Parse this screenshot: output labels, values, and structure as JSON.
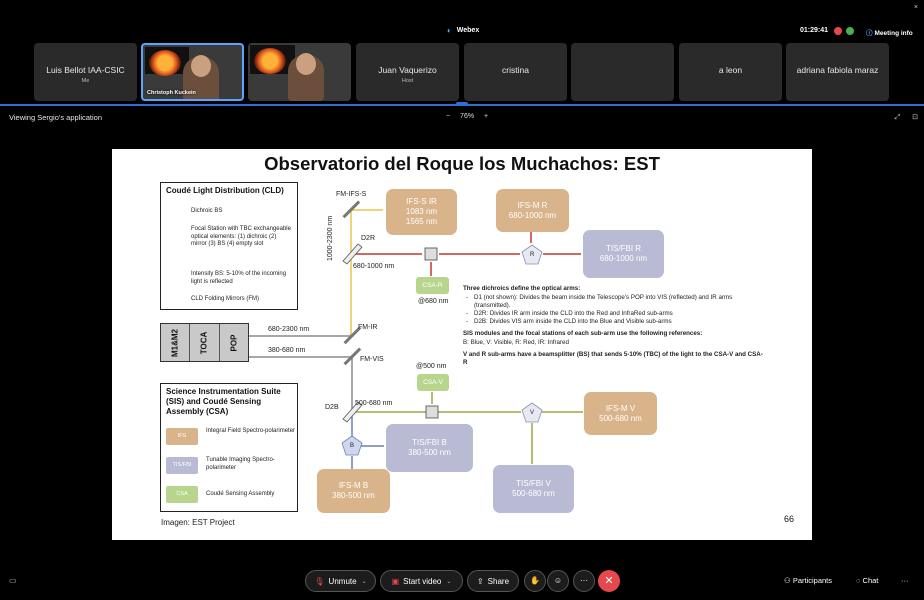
{
  "app": {
    "title": "Webex",
    "close": "×"
  },
  "status": {
    "time": "01:29:41",
    "meeting_info": "Meeting info"
  },
  "participants": [
    {
      "name": "Luis Bellot IAA-CSIC",
      "sub": "Me"
    },
    {
      "name": "Christoph Kuckein",
      "sub": "",
      "video": true,
      "active": true
    },
    {
      "name": "",
      "sub": "",
      "video": true
    },
    {
      "name": "Juan Vaquerizo",
      "sub": "Host"
    },
    {
      "name": "cristina",
      "sub": ""
    },
    {
      "name": "",
      "sub": ""
    },
    {
      "name": "a leon",
      "sub": ""
    },
    {
      "name": "adriana fabiola maraz",
      "sub": ""
    }
  ],
  "viewbar": {
    "label": "Viewing Sergio's application",
    "zoom_minus": "−",
    "zoom": "76%",
    "zoom_plus": "+"
  },
  "slide": {
    "title": "Observatorio del Roque los Muchachos: EST",
    "cld_title": "Coudé Light Distribution (CLD)",
    "cld_legend": [
      "Dichroic BS",
      "Focal Station with TBC exchangeable optical elements: (1) dichroic (2) mirror (3) BS (4) empty slot",
      "Intensity BS: 5-10% of the incoming light is reflected",
      "CLD Folding Mirrors (FM)"
    ],
    "telescope": [
      "M1&M2",
      "TOCA",
      "POP"
    ],
    "sis_title": "Science Instrumentation Suite (SIS) and Coudé Sensing Assembly (CSA)",
    "sis_legend": [
      {
        "chip": "IFS",
        "text": "Integral Field Spectro-polarimeter"
      },
      {
        "chip": "TIS/FBI",
        "text": "Tunable Imaging Spectro-polarimeter"
      },
      {
        "chip": "CSA",
        "text": "Coudé Sensing Assembly"
      }
    ],
    "instruments": {
      "ifs_s_ir": [
        "IFS-S IR",
        "1083 nm",
        "1565 nm"
      ],
      "ifs_m_r": [
        "IFS-M R",
        "680-1000 nm"
      ],
      "tis_r": [
        "TIS/FBI R",
        "680-1000 nm"
      ],
      "csa_r": "CSA-R",
      "csa_v": "CSA-V",
      "tis_b": [
        "TIS/FBI B",
        "380-500 nm"
      ],
      "ifs_m_v": [
        "IFS-M V",
        "500-680 nm"
      ],
      "tis_v": [
        "TIS/FBI V",
        "500-680 nm"
      ],
      "ifs_m_b": [
        "IFS-M B",
        "380-500 nm"
      ]
    },
    "labels": {
      "fm_ifs_s": "FM-IFS-S",
      "range_1000_2300": "1000-2300 nm",
      "d2r": "D2R",
      "range_680_1000": "680-1000 nm",
      "at_680": "@680 nm",
      "range_680_2300": "680-2300 nm",
      "fm_ir": "FM-IR",
      "range_380_680": "380-680 nm",
      "fm_vis": "FM-VIS",
      "at_500": "@500 nm",
      "d2b": "D2B",
      "range_500_680": "500-680 nm",
      "node_r": "R",
      "node_v": "V",
      "node_b": "B"
    },
    "notes": {
      "h1": "Three dichroics define the optical arms:",
      "items": [
        "D1 (not shown): Divides the beam inside the Telescope's POP into VIS (reflected) and IR arms (transmitted).",
        "D2R: Divides IR arm inside the CLD into the Red and InfraRed sub-arms",
        "D2B: Divides VIS arm inside the CLD into the Blue and Visible sub-arms"
      ],
      "h2": "SIS modules and the focal stations of each sub-arm use the following references:",
      "refs": "B: Blue, V: Visible, R: Red, IR: Infrared",
      "h3": "V and R sub-arms have a beamsplitter (BS) that sends 5-10% (TBC) of the light to the CSA-V and CSA-R"
    },
    "credit": "Imagen: EST Project",
    "page": "66",
    "colors": {
      "ir": "#e8c64a",
      "red": "#c0392b",
      "vis": "#9aa83a",
      "blue": "#6e7fb8",
      "gray": "#8a8a8a"
    }
  },
  "toolbar": {
    "unmute": "Unmute",
    "start_video": "Start video",
    "share": "Share",
    "participants": "Participants",
    "chat": "Chat",
    "more": "···",
    "end": "✕"
  }
}
